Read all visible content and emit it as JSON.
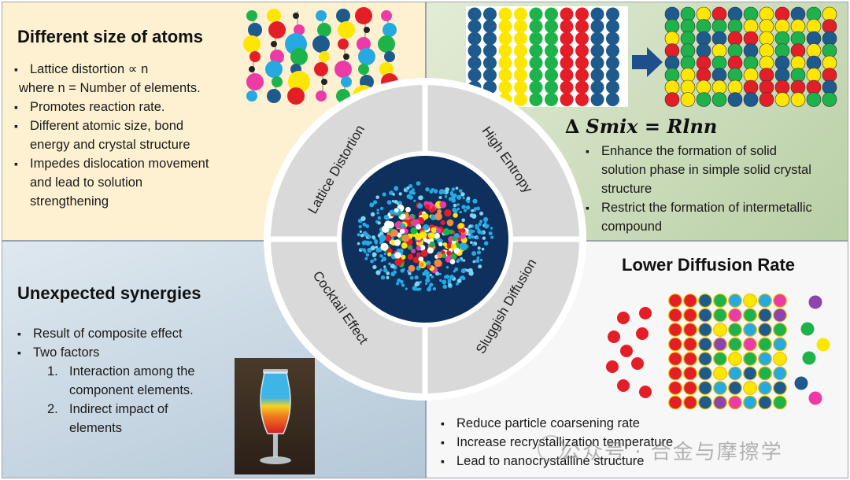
{
  "top_left": {
    "title": "Different size of atoms",
    "bullets": [
      "Lattice distortion ∝ n",
      "where n = Number of elements.",
      "Promotes reaction rate.",
      "Different  atomic  size,  bond",
      "energy and crystal structure",
      "Impedes dislocation movement",
      "and         lead         to         solution",
      "strengthening"
    ]
  },
  "top_right": {
    "formula": "∆ Smix = Rlnn",
    "bullets": [
      "Enhance  the  formation  of  solid",
      "solution phase in simple solid crystal",
      "structure",
      "Restrict the formation of intermetallic",
      "compound"
    ]
  },
  "bottom_left": {
    "title": "Unexpected synergies",
    "bullets": [
      "Result of composite effect",
      "Two factors"
    ],
    "factors": [
      {
        "num": "1.",
        "line1": "Interaction among the",
        "line2": "component elements."
      },
      {
        "num": "2.",
        "line1": "Indirect impact of",
        "line2": "elements"
      }
    ]
  },
  "bottom_right": {
    "title": "Lower Diffusion Rate",
    "bullets": [
      "Reduce particle coarsening rate",
      "Increase recrystallization temperature",
      "Lead to nanocrystalline structure"
    ]
  },
  "center": {
    "segments": [
      "Lattice Distortion",
      "High Entropy",
      "Cocktail Effect",
      "Sluggish Diffusion"
    ]
  },
  "watermark": "公众号 · 合金与摩擦学",
  "colors": {
    "tl_bg": "#fdf1d2",
    "tr_bg": "#c9dcb8",
    "bl_bg": "#c8d7e3",
    "br_bg": "#f7f7f7",
    "ring": "#d9d9d9",
    "inner": "#0f2f5c",
    "atom_red": "#e41e26",
    "atom_blue": "#1f5a8c",
    "atom_yellow": "#ffe600",
    "atom_green": "#1db34a",
    "atom_cyan": "#26a9e0",
    "atom_magenta": "#ec3ba7",
    "atom_purple": "#8e44ad"
  }
}
